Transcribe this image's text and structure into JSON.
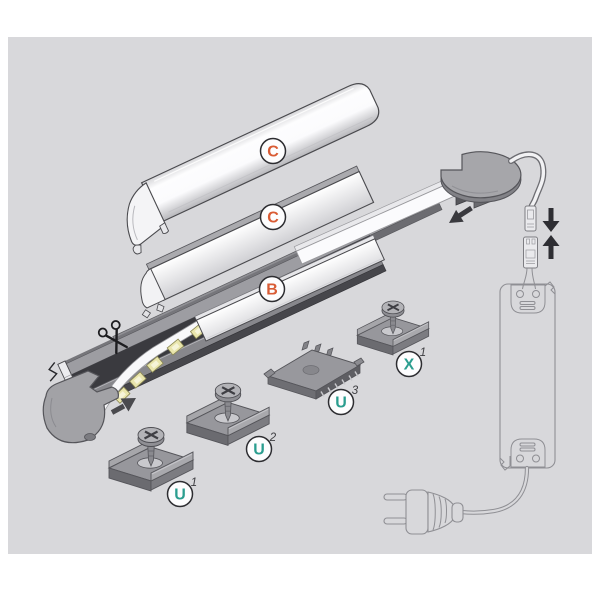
{
  "page": {
    "type": "exploded-assembly-diagram",
    "subject": "Aluminium LED strip profile kit with diffuser covers, mounting clips, end caps and plug-in power supply"
  },
  "labels": {
    "cover_round_top": {
      "letter": "C"
    },
    "cover_arch": {
      "letter": "C"
    },
    "cover_flat": {
      "letter": "B"
    },
    "clip_u_1": {
      "letter": "U",
      "variant": "1"
    },
    "clip_u_2": {
      "letter": "U",
      "variant": "2"
    },
    "clip_u_3": {
      "letter": "U",
      "variant": "3"
    },
    "clip_x_1": {
      "letter": "X",
      "variant": "1"
    }
  },
  "colors": {
    "page_background": "#ffffff",
    "panel_background": "#d8d8db",
    "cover_label": "#d95c35",
    "clip_label": "#2a9d8f",
    "variant_number": "#3e3e42",
    "outline": "#4a4a4e",
    "metal_light": "#b2b2b6",
    "metal_mid": "#98989d",
    "metal_dark": "#6b6b70",
    "led_chip": "#e9e5ac",
    "line_art": "#8f8f94",
    "arrow": "#2e2e33"
  },
  "icons": {
    "scissors": "scissors-icon",
    "insert_end_cap_arrow": "arrow-up-right-icon",
    "slide_cover_arrow": "arrow-down-left-icon",
    "connector_join_arrows": "arrows-facing-vertical-icon"
  }
}
